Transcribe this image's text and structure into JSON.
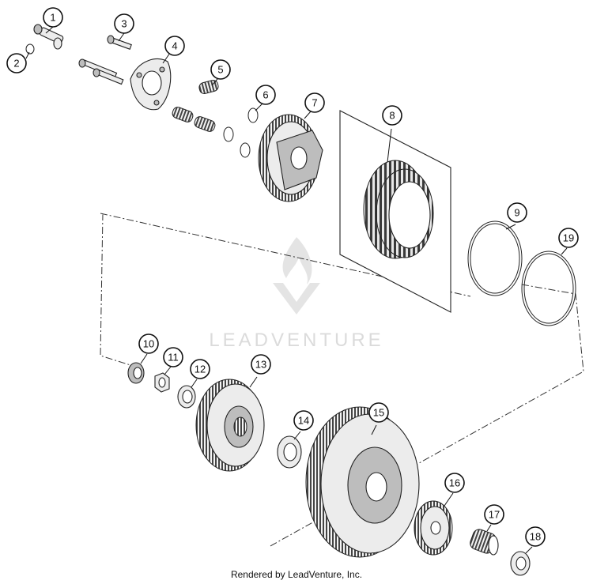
{
  "diagram": {
    "callouts": [
      "1",
      "2",
      "3",
      "4",
      "5",
      "6",
      "7",
      "8",
      "9",
      "10",
      "11",
      "12",
      "13",
      "14",
      "15",
      "16",
      "17",
      "18",
      "19"
    ],
    "watermark": "LEADVENTURE",
    "footer": "Rendered by LeadVenture, Inc."
  }
}
